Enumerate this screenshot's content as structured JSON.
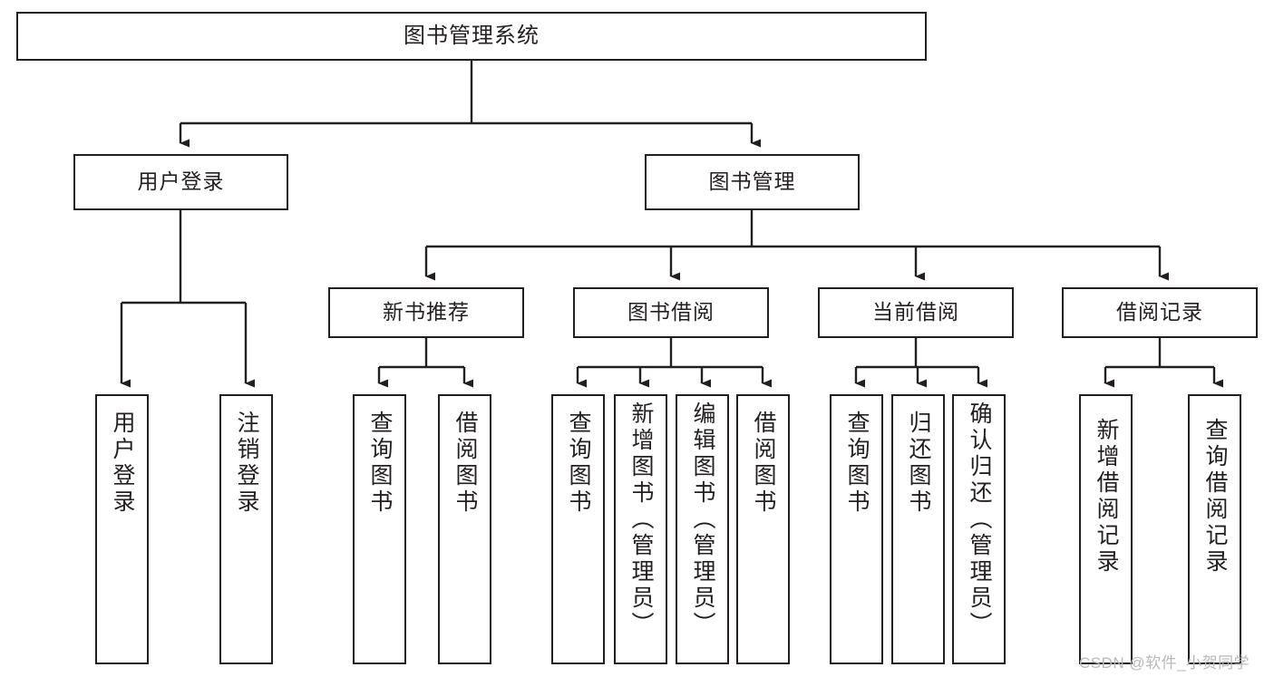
{
  "diagram": {
    "title": "图书管理系统",
    "type": "tree-hierarchy-diagram",
    "watermark": "CSDN @软件_小贺同学",
    "colors": {
      "stroke": "#231f20",
      "fill": "#ffffff",
      "background": "#ffffff",
      "watermark": "#b9b9b9"
    },
    "levels": {
      "level1": [
        {
          "id": "root",
          "label": "图书管理系统"
        }
      ],
      "level2": [
        {
          "id": "user-login",
          "label": "用户登录"
        },
        {
          "id": "book-manage",
          "label": "图书管理"
        }
      ],
      "level3": [
        {
          "id": "new-book-recommend",
          "label": "新书推荐",
          "parent": "book-manage"
        },
        {
          "id": "book-borrow",
          "label": "图书借阅",
          "parent": "book-manage"
        },
        {
          "id": "current-borrow",
          "label": "当前借阅",
          "parent": "book-manage"
        },
        {
          "id": "borrow-record",
          "label": "借阅记录",
          "parent": "book-manage"
        }
      ],
      "level4": [
        {
          "id": "leaf-user-login",
          "label": "用户登录",
          "parent": "user-login"
        },
        {
          "id": "leaf-logout-login",
          "label": "注销登录",
          "parent": "user-login"
        },
        {
          "id": "leaf-query-book-1",
          "label": "查询图书",
          "parent": "new-book-recommend"
        },
        {
          "id": "leaf-borrow-book-1",
          "label": "借阅图书",
          "parent": "new-book-recommend"
        },
        {
          "id": "leaf-query-book-2",
          "label": "查询图书",
          "parent": "book-borrow"
        },
        {
          "id": "leaf-add-book",
          "label": "新增图书（管理员）",
          "parent": "book-borrow"
        },
        {
          "id": "leaf-edit-book",
          "label": "编辑图书（管理员）",
          "parent": "book-borrow"
        },
        {
          "id": "leaf-borrow-book-2",
          "label": "借阅图书",
          "parent": "book-borrow"
        },
        {
          "id": "leaf-query-book-3",
          "label": "查询图书",
          "parent": "current-borrow"
        },
        {
          "id": "leaf-return-book",
          "label": "归还图书",
          "parent": "current-borrow"
        },
        {
          "id": "leaf-confirm-return",
          "label": "确认归还（管理员）",
          "parent": "current-borrow"
        },
        {
          "id": "leaf-add-record",
          "label": "新增借阅记录",
          "parent": "borrow-record"
        },
        {
          "id": "leaf-query-record",
          "label": "查询借阅记录",
          "parent": "borrow-record"
        }
      ]
    }
  }
}
